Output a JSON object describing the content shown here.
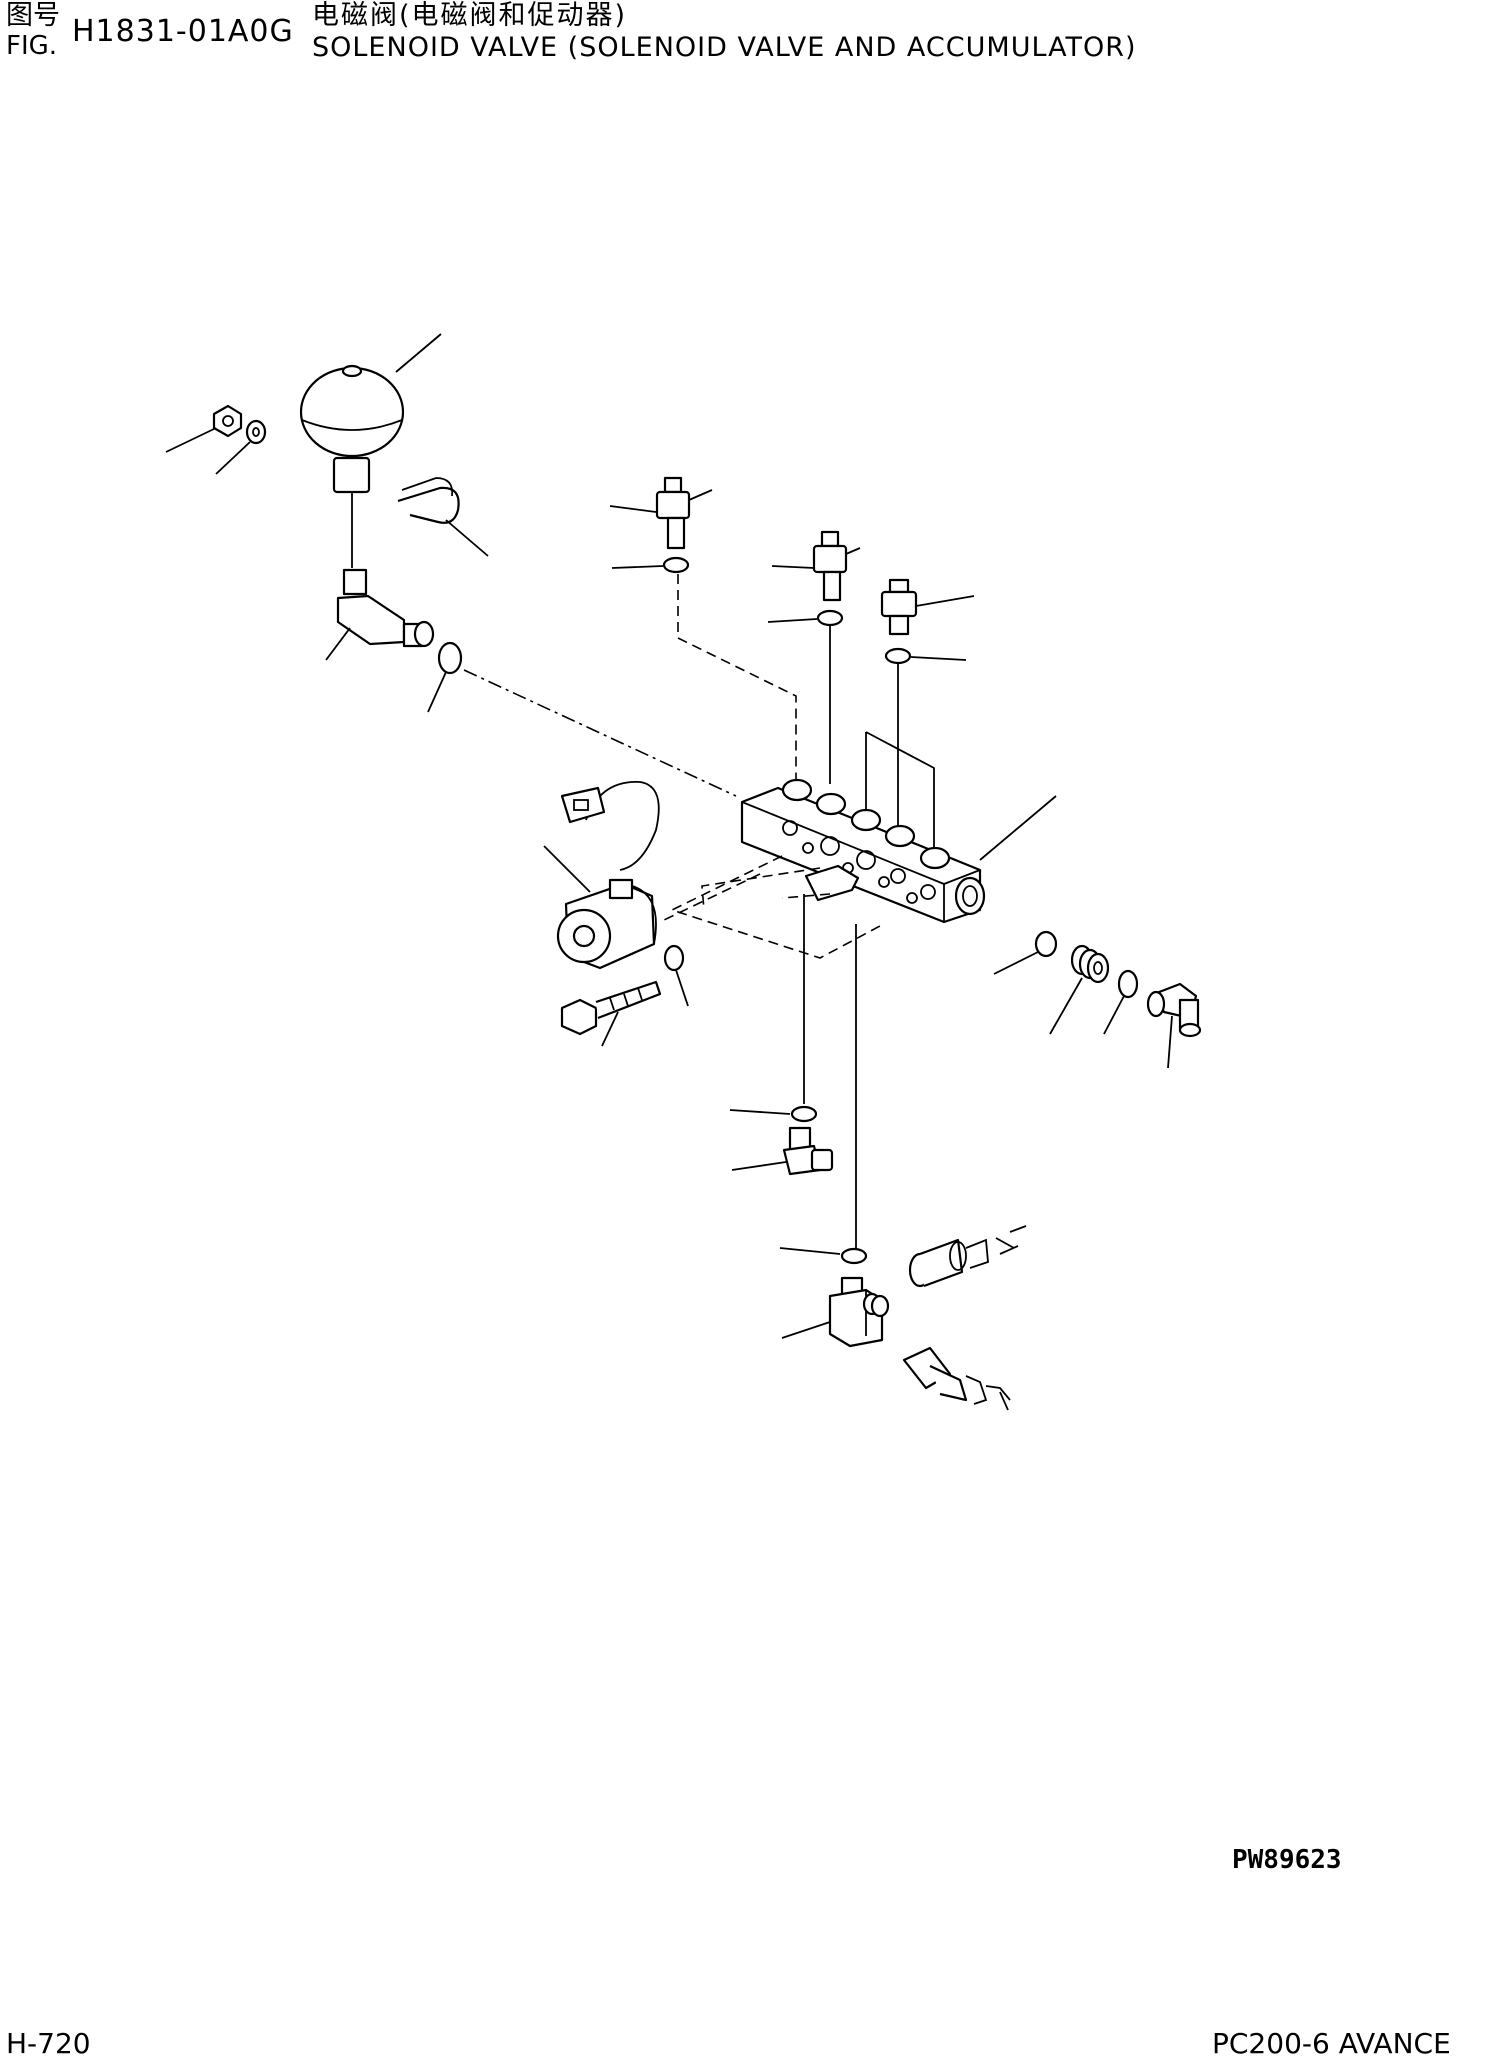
{
  "header": {
    "label_cn": "图号",
    "label_fig": "FIG.",
    "figure_number": "H1831-01A0G",
    "title_cn": "电磁阀(电磁阀和促动器)",
    "title_en": "SOLENOID VALVE (SOLENOID VALVE AND ACCUMULATOR)"
  },
  "drawing_code": "PW89623",
  "footer": {
    "page": "H-720",
    "model": "PC200-6 AVANCE"
  },
  "diagram": {
    "parts": [
      "accumulator-icon",
      "nut-icon",
      "washer-icon",
      "u-bolt-icon",
      "elbow-fitting-icon",
      "o-ring-icon",
      "solenoid-coil-icon",
      "connector-icon",
      "bolt-icon",
      "valve-block-icon",
      "plug-icon",
      "nipple-icon",
      "elbow-connector-icon",
      "hose-icon"
    ]
  }
}
